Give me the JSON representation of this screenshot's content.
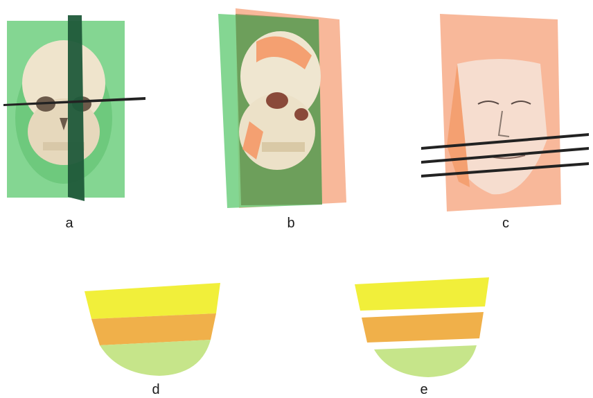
{
  "panels": [
    {
      "label": "a",
      "content": "skull-with-planes"
    },
    {
      "label": "b",
      "content": "skull-with-planes-oblique"
    },
    {
      "label": "c",
      "content": "face-with-cutting-planes"
    },
    {
      "label": "d",
      "content": "lower-face-segments"
    },
    {
      "label": "e",
      "content": "lower-face-segments-separated"
    }
  ],
  "colors": {
    "plane_green": "#6fcf7f",
    "plane_dark_green": "#1f5a3a",
    "plane_salmon": "#f7b08f",
    "bone": "#f2ead8",
    "skin_orange": "#f4a071",
    "segment_yellow": "#f1ef3a",
    "segment_orange": "#f0b04a",
    "segment_green": "#c6e58a"
  }
}
